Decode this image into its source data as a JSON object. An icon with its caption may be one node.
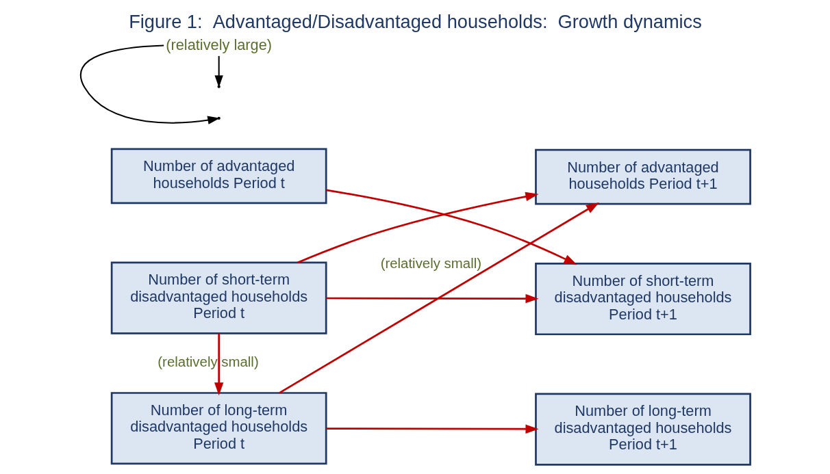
{
  "diagram": {
    "title": "Figure 1:  Advantaged/Disadvantaged households:  Growth dynamics",
    "nodes": [
      {
        "text": [
          "Number of advantaged households Period t"
        ]
      },
      {
        "text": [
          "Number of advantaged households Period t+1"
        ]
      },
      {
        "text": [
          "Number of short-term disadvantaged households Period t"
        ]
      },
      {
        "text": [
          "Number of short-term disadvantaged households Period t+1"
        ]
      },
      {
        "text": [
          "Number of long-term disadvantaged households Period t"
        ]
      },
      {
        "text": [
          "Number of long-term disadvantaged households Period t+1"
        ]
      },
      {
        "text": [
          "(relatively large)"
        ]
      }
    ],
    "edges": [
      {
        "from": 0,
        "to": 3,
        "arrow": "to"
      },
      {
        "from": 2,
        "to": 1,
        "arrow": "to"
      },
      {
        "from": 2,
        "to": 3,
        "arrow": "to"
      },
      {
        "from": 2,
        "to": 4,
        "arrow": "to",
        "label": "(relatively small)"
      },
      {
        "from": 4,
        "to": 5,
        "arrow": "to"
      },
      {
        "from": 4,
        "to": 1,
        "arrow": "to",
        "label": "(relatively small)"
      },
      {
        "from": 6,
        "to": null,
        "arrow": "to",
        "color": "#000000"
      },
      {
        "from": 6,
        "to": null,
        "arrow": "to",
        "color": "#000000"
      }
    ]
  }
}
